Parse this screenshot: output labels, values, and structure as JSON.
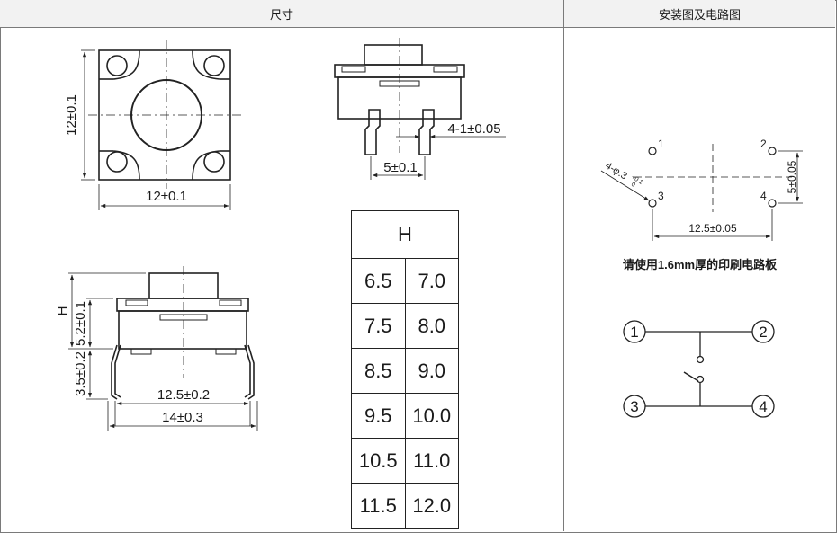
{
  "header": {
    "dimensions": "尺寸",
    "install_circuit": "安装图及电路图"
  },
  "top_view": {
    "height_dim": "12±0.1",
    "width_dim": "12±0.1"
  },
  "front_view": {
    "pin_dim": "4-1±0.05",
    "pitch_dim": "5±0.1"
  },
  "side_view": {
    "h_label": "H",
    "body_dim": "5.2±0.1",
    "lead_dim": "3.5±0.2",
    "inner_width": "12.5±0.2",
    "outer_width": "14±0.3"
  },
  "h_table": {
    "header": "H",
    "rows": [
      [
        "6.5",
        "7.0"
      ],
      [
        "7.5",
        "8.0"
      ],
      [
        "8.5",
        "9.0"
      ],
      [
        "9.5",
        "10.0"
      ],
      [
        "10.5",
        "11.0"
      ],
      [
        "11.5",
        "12.0"
      ]
    ]
  },
  "pcb_layout": {
    "hole_dim": "4-φ.3",
    "hole_tol_plus": "+0.1",
    "hole_tol_zero": "0",
    "pin1": "1",
    "pin2": "2",
    "pin3": "3",
    "pin4": "4",
    "spacing_h": "12.5±0.05",
    "spacing_v": "5±0.05",
    "note": "请使用1.6mm厚的印刷电路板"
  },
  "circuit": {
    "pin1": "1",
    "pin2": "2",
    "pin3": "3",
    "pin4": "4"
  }
}
